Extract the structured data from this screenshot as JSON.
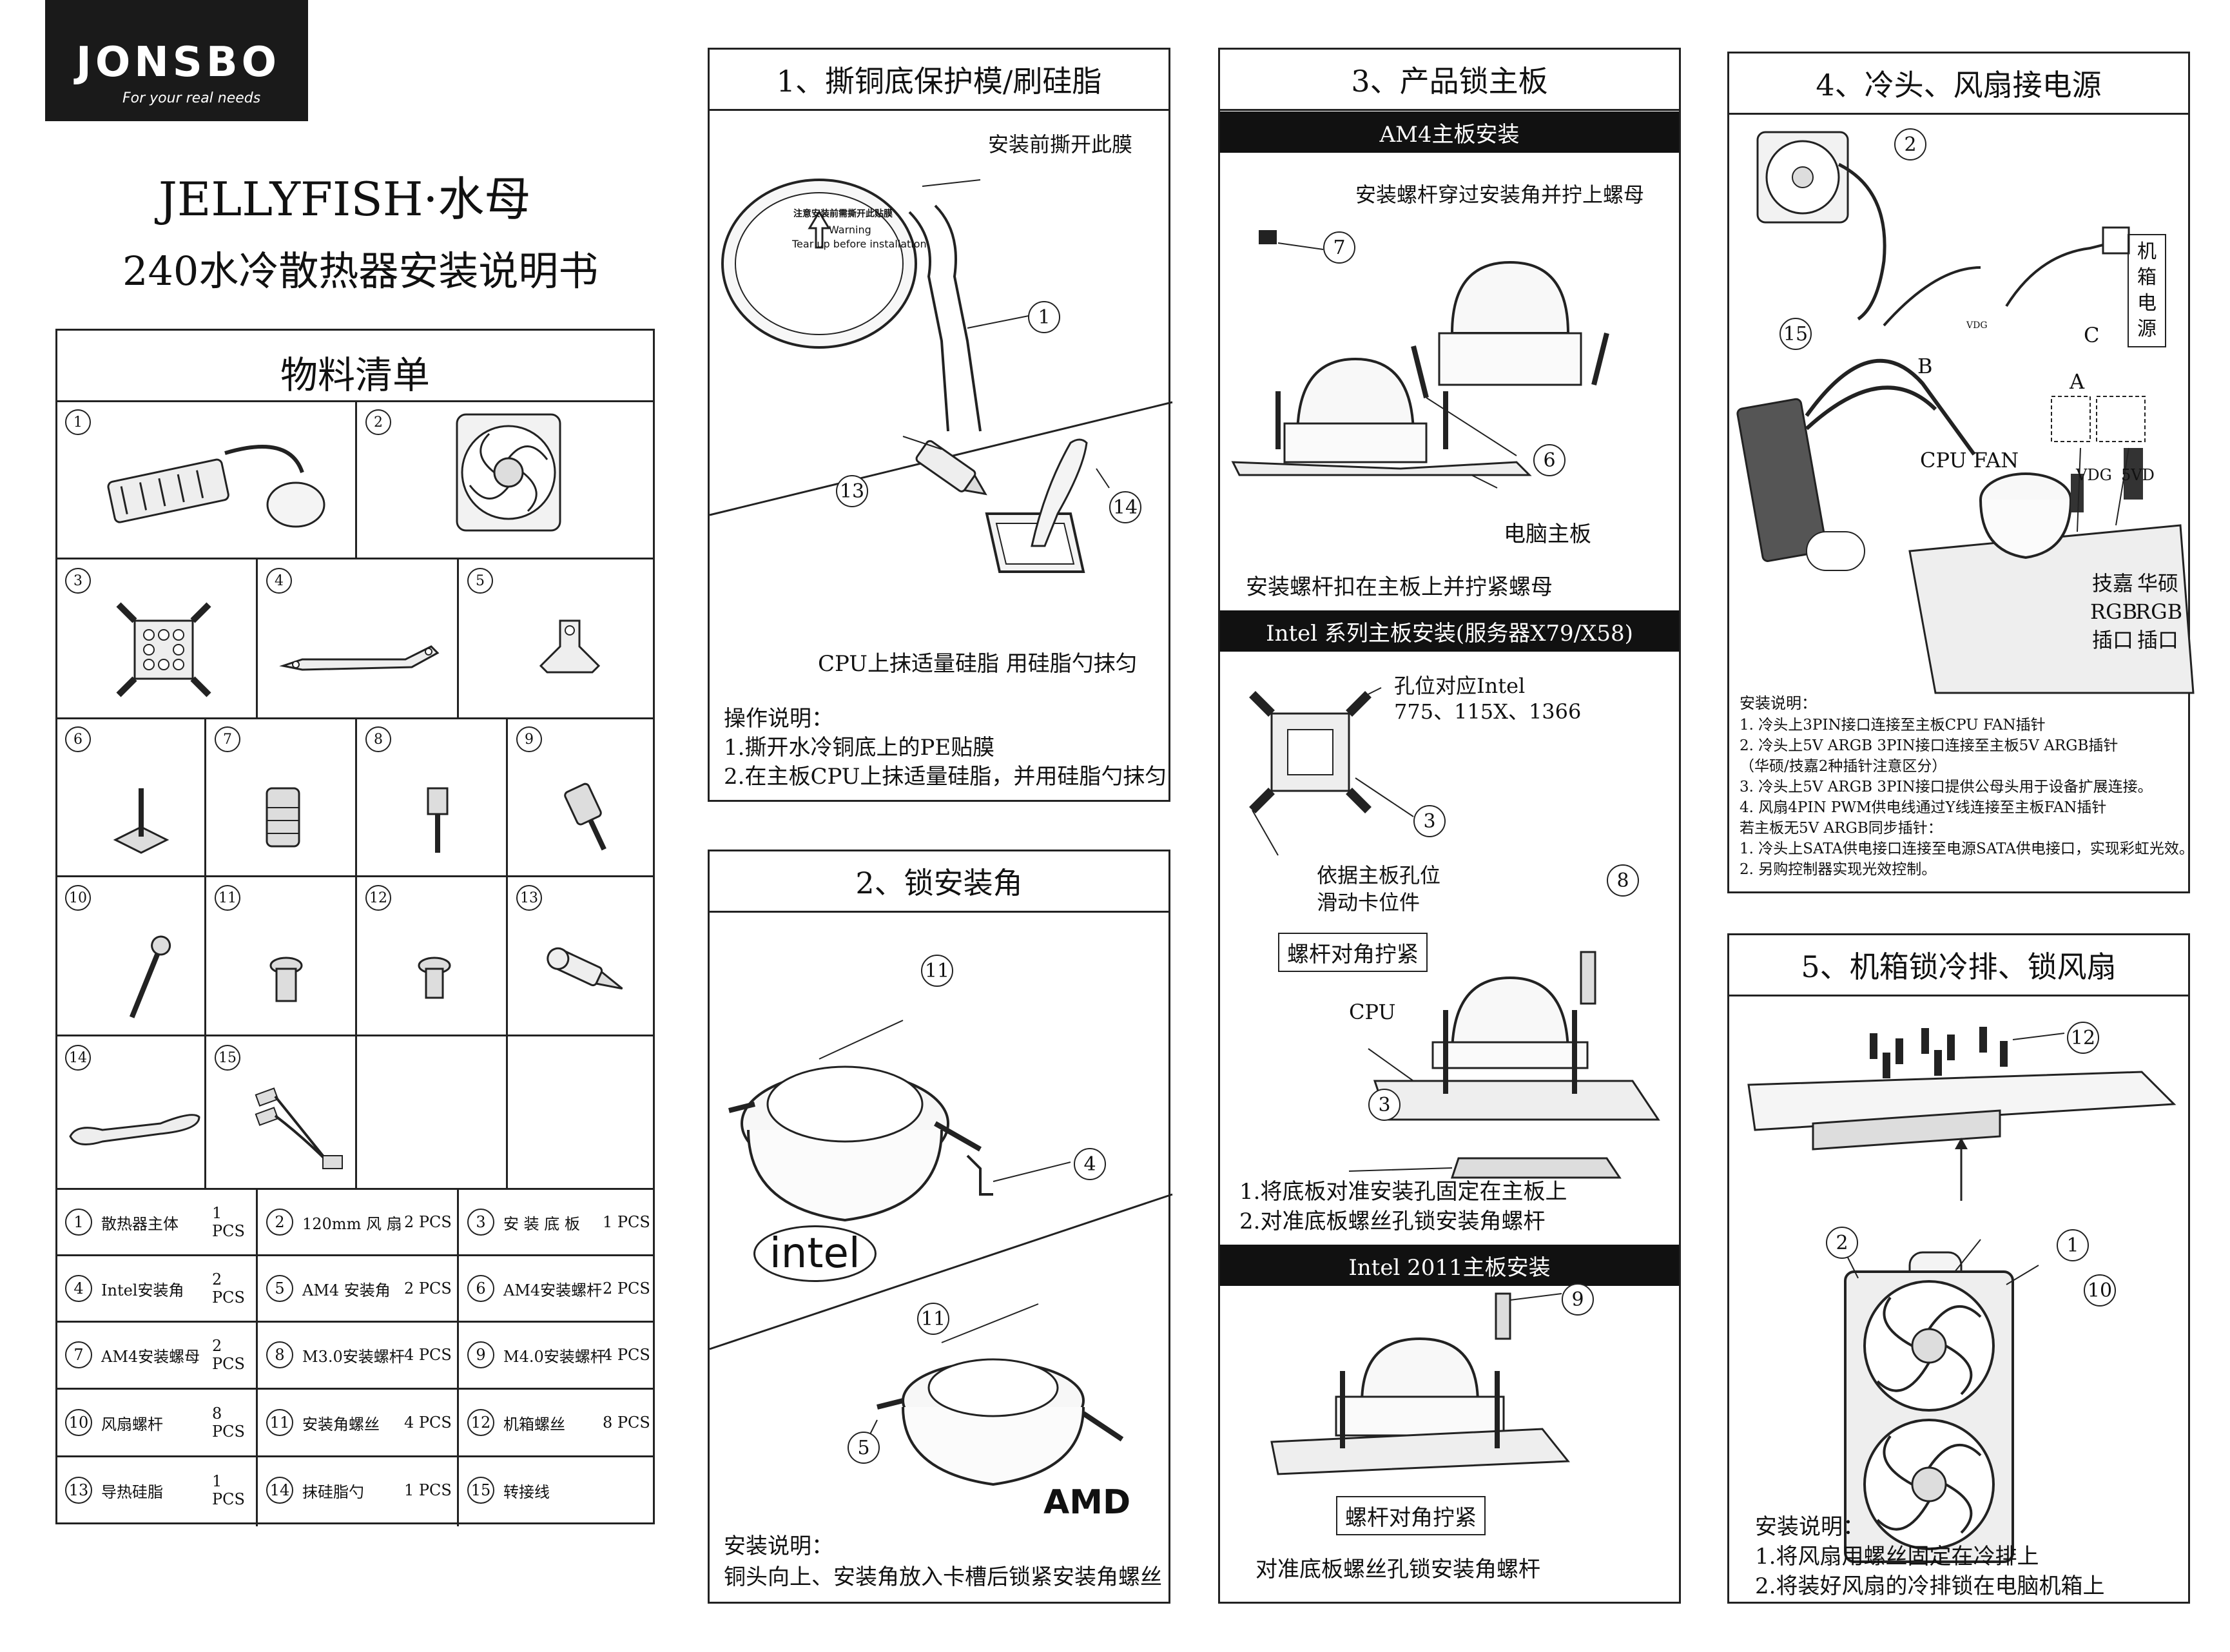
{
  "brand": {
    "name": "JONSBO",
    "tagline": "For your real needs"
  },
  "product": {
    "title": "JELLYFISH·水母",
    "subtitle": "240水冷散热器安装说明书"
  },
  "parts": {
    "heading": "物料清单",
    "row1": [
      "1",
      "2"
    ],
    "row2": [
      "3",
      "4",
      "5"
    ],
    "row3": [
      "6",
      "7",
      "8",
      "9"
    ],
    "row4": [
      "10",
      "11",
      "12",
      "13"
    ],
    "row5": [
      "14",
      "15"
    ],
    "list": [
      {
        "n": "1",
        "name": "散热器主体",
        "qty": "1 PCS"
      },
      {
        "n": "2",
        "name": "120mm 风 扇",
        "qty": "2 PCS"
      },
      {
        "n": "3",
        "name": "安 装 底 板",
        "qty": "1 PCS"
      },
      {
        "n": "4",
        "name": "Intel安装角",
        "qty": "2 PCS"
      },
      {
        "n": "5",
        "name": "AM4 安装角",
        "qty": "2 PCS"
      },
      {
        "n": "6",
        "name": "AM4安装螺杆",
        "qty": "2 PCS"
      },
      {
        "n": "7",
        "name": "AM4安装螺母",
        "qty": "2 PCS"
      },
      {
        "n": "8",
        "name": "M3.0安装螺杆",
        "qty": "4 PCS"
      },
      {
        "n": "9",
        "name": "M4.0安装螺杆",
        "qty": "4 PCS"
      },
      {
        "n": "10",
        "name": "风扇螺杆",
        "qty": "8 PCS"
      },
      {
        "n": "11",
        "name": "安装角螺丝",
        "qty": "4 PCS"
      },
      {
        "n": "12",
        "name": "机箱螺丝",
        "qty": "8 PCS"
      },
      {
        "n": "13",
        "name": "导热硅脂",
        "qty": "1 PCS"
      },
      {
        "n": "14",
        "name": "抹硅脂勺",
        "qty": "1 PCS"
      },
      {
        "n": "15",
        "name": "转接线",
        "qty": ""
      }
    ]
  },
  "s1": {
    "title": "1、撕铜底保护模/刷硅脂",
    "film_label": "安装前撕开此膜",
    "warn_cn": "注意安装前需撕开此贴膜",
    "warn_en1": "Warning",
    "warn_en2": "Tear up before installation",
    "c1": "1",
    "c13": "13",
    "c14": "14",
    "caption": "CPU上抹适量硅脂  用硅脂勺抹匀",
    "notes_title": "操作说明：",
    "notes": [
      "1.撕开水冷铜底上的PE贴膜",
      "2.在主板CPU上抹适量硅脂，并用硅脂勺抹匀"
    ]
  },
  "s2": {
    "title": "2、锁安装角",
    "c11a": "11",
    "c4": "4",
    "c11b": "11",
    "c5": "5",
    "intel_logo": "intel",
    "amd_logo": "AMD",
    "notes_title": "安装说明：",
    "notes": [
      "铜头向上、安装角放入卡槽后锁紧安装角螺丝"
    ]
  },
  "s3": {
    "title": "3、产品锁主板",
    "am4_bar": "AM4主板安装",
    "am4_note": "安装螺杆穿过安装角并拧上螺母",
    "c7": "7",
    "c6": "6",
    "board_label": "电脑主板",
    "am4_caption": "安装螺杆扣在主板上并拧紧螺母",
    "intel_bar": "Intel 系列主板安装(服务器X79/X58)",
    "hole_label1": "孔位对应Intel",
    "hole_label2": "775、115X、1366",
    "c3a": "3",
    "slide_label1": "依据主板孔位",
    "slide_label2": "滑动卡位件",
    "c8": "8",
    "diag_tight1": "螺杆对角拧紧",
    "cpu_label": "CPU",
    "c3b": "3",
    "intel_notes": [
      "1.将底板对准安装孔固定在主板上",
      "2.对准底板螺丝孔锁安装角螺杆"
    ],
    "i2011_bar": "Intel 2011主板安装",
    "c9": "9",
    "diag_tight2": "螺杆对角拧紧",
    "i2011_caption": "对准底板螺丝孔锁安装角螺杆"
  },
  "s4": {
    "title": "4、冷头、风扇接电源",
    "c2": "2",
    "c15": "15",
    "psu_label": "机箱电源",
    "label_b": "B",
    "label_c": "C",
    "label_a": "A",
    "label_vdg": "VDG",
    "cpu_fan": "CPU  FAN",
    "vdg_pins": "VDG",
    "fivevd": "5VD",
    "gigabyte": "技嘉RGB插口",
    "asus": "华硕RGB插口",
    "notes_title": "安装说明：",
    "notes": [
      "1.  冷头上3PIN接口连接至主板CPU FAN插针",
      "2.  冷头上5V ARGB 3PIN接口连接至主板5V ARGB插针",
      "    （华硕/技嘉2种插针注意区分）",
      "3.  冷头上5V ARGB 3PIN接口提供公母头用于设备扩展连接。",
      "4.  风扇4PIN PWM供电线通过Y线连接至主板FAN插针",
      "若主板无5V ARGB同步插针：",
      "1.  冷头上SATA供电接口连接至电源SATA供电接口，实现彩虹光效。",
      "2.  另购控制器实现光效控制。"
    ]
  },
  "s5": {
    "title": "5、机箱锁冷排、锁风扇",
    "c12": "12",
    "c2": "2",
    "c1": "1",
    "c10": "10",
    "notes_title": "安装说明：",
    "notes": [
      "1.将风扇用螺丝固定在冷排上",
      "2.将装好风扇的冷排锁在电脑机箱上"
    ]
  }
}
